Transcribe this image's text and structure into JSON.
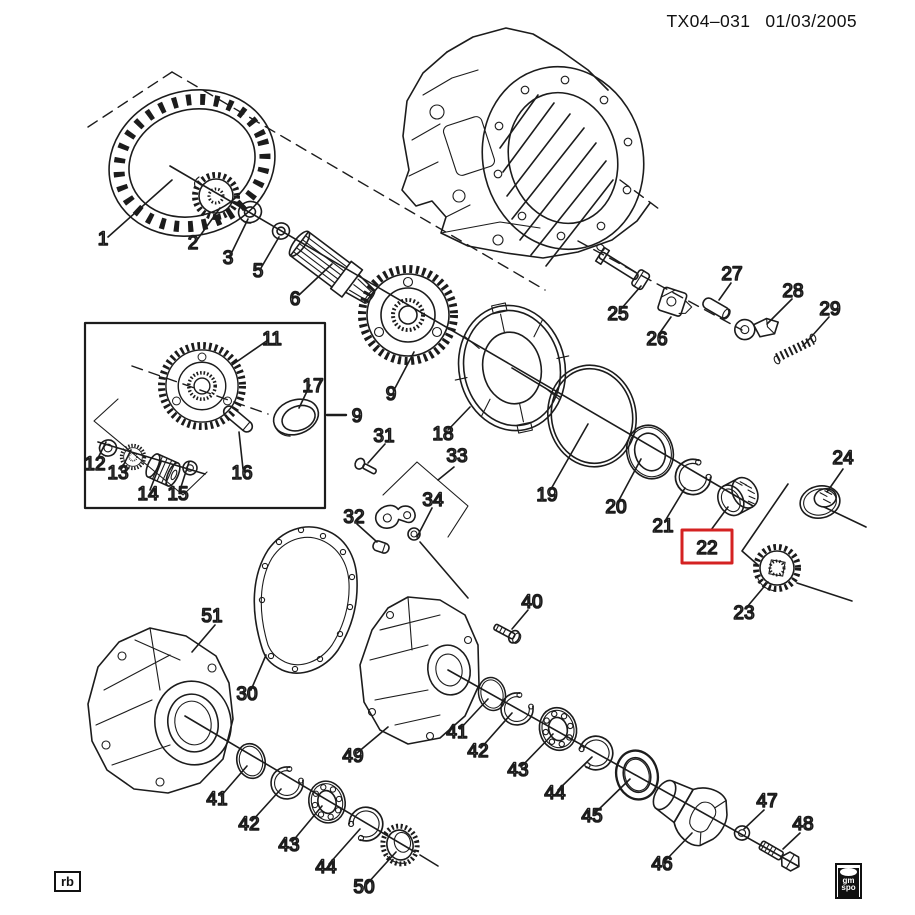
{
  "header": {
    "doc_id": "TX04–031",
    "date": "01/03/2005"
  },
  "diagram": {
    "selected_callout": "22"
  },
  "labels": {
    "n1": "1",
    "n2": "2",
    "n3": "3",
    "n5": "5",
    "n6": "6",
    "n9": "9",
    "n11": "11",
    "n12": "12",
    "n13": "13",
    "n14": "14",
    "n15": "15",
    "n16": "16",
    "n17": "17",
    "n18": "18",
    "n19": "19",
    "n20": "20",
    "n21": "21",
    "n22": "22",
    "n23": "23",
    "n24": "24",
    "n25": "25",
    "n26": "26",
    "n27": "27",
    "n28": "28",
    "n29": "29",
    "n30": "30",
    "n31": "31",
    "n32": "32",
    "n33": "33",
    "n34": "34",
    "n40": "40",
    "n41": "41",
    "n42": "42",
    "n43": "43",
    "n44": "44",
    "n45": "45",
    "n46": "46",
    "n47": "47",
    "n48": "48",
    "n49": "49",
    "n50": "50",
    "n51": "51"
  },
  "footer": {
    "left_logo": "rb",
    "right_logo": [
      "gm",
      "spo"
    ]
  },
  "theme": {
    "highlight": "#d42222",
    "line": "#1c1c1c",
    "background": "#ffffff"
  }
}
